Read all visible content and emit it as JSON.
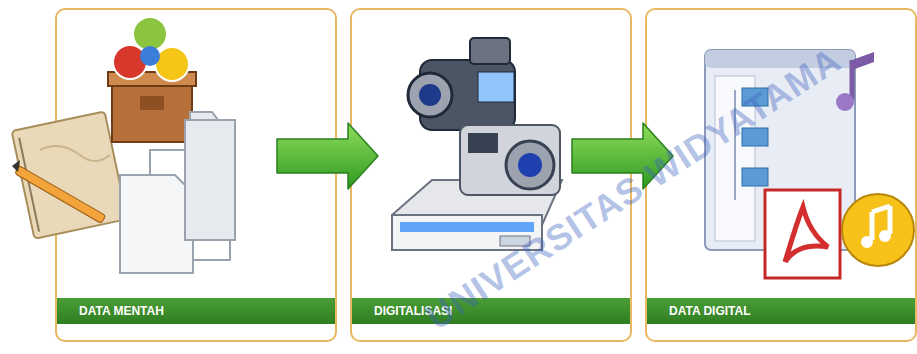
{
  "diagram": {
    "nodes": [
      {
        "text": [
          "DATA MENTAH"
        ]
      },
      {
        "text": [
          "DIGITALISASI"
        ]
      },
      {
        "text": [
          "DATA DIGITAL"
        ]
      }
    ],
    "edges": [
      {
        "from": 0,
        "to": 1,
        "arrow": "to"
      },
      {
        "from": 1,
        "to": 2,
        "arrow": "to"
      }
    ],
    "labels": [
      "UNIVERSITAS WIDYATAMA"
    ]
  }
}
